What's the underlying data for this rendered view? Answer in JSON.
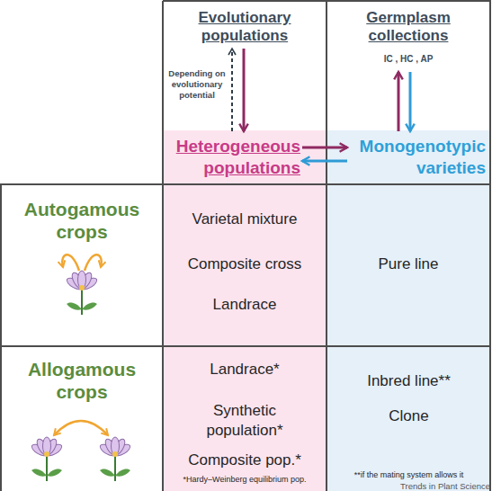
{
  "diagram": {
    "nodes": [
      {
        "text": [
          "Evolutionary populations"
        ]
      },
      {
        "text": [
          "Germplasm collections",
          "IC , HC , AP"
        ]
      },
      {
        "text": [
          "Heterogeneous populations"
        ]
      },
      {
        "text": [
          "Monogenotypic varieties"
        ]
      },
      {
        "text": [
          "Autogamous crops"
        ]
      },
      {
        "text": [
          "Varietal mixture",
          "Composite cross",
          "Landrace"
        ]
      },
      {
        "text": [
          "Pure line"
        ]
      },
      {
        "text": [
          "Allogamous crops"
        ]
      },
      {
        "text": [
          "Landrace*",
          "Synthetic population*",
          "Composite pop.*",
          "*Hardy–Weinberg equilibrium pop."
        ]
      },
      {
        "text": [
          "Inbred line**",
          "Clone",
          "**if the mating system allows it"
        ]
      }
    ],
    "edges": [
      {
        "from": 2,
        "to": 0,
        "arrow": "to",
        "label": "Depending on evolutionary potential"
      },
      {
        "from": 0,
        "to": 2,
        "arrow": "to"
      },
      {
        "from": 3,
        "to": 1,
        "arrow": "to"
      },
      {
        "from": 1,
        "to": 3,
        "arrow": "to"
      },
      {
        "from": 2,
        "to": 3,
        "arrow": "to"
      },
      {
        "from": 3,
        "to": 2,
        "arrow": "to"
      }
    ],
    "labels": [
      "Trends in Plant Science"
    ]
  }
}
